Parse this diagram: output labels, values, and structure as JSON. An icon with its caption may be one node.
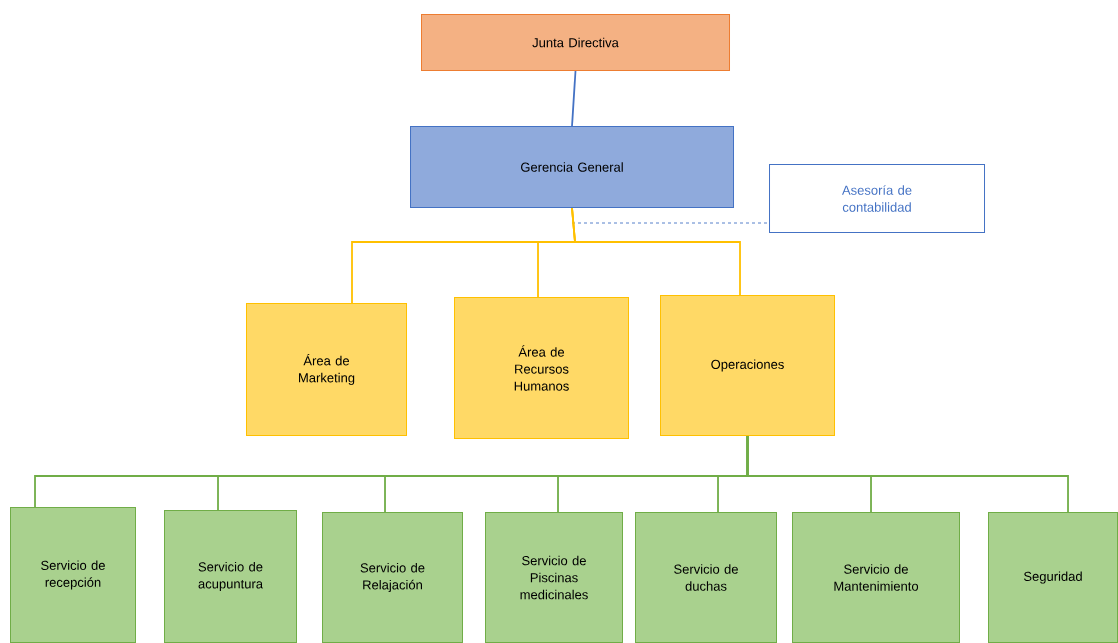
{
  "diagram": {
    "nodes": [
      {
        "text": [
          "Junta Directiva"
        ]
      },
      {
        "text": [
          "Gerencia General"
        ]
      },
      {
        "text": [
          "Asesoría de contabilidad"
        ]
      },
      {
        "text": [
          "Área de Marketing"
        ]
      },
      {
        "text": [
          "Área de Recursos Humanos"
        ]
      },
      {
        "text": [
          "Operaciones"
        ]
      },
      {
        "text": [
          "Servicio de recepción"
        ]
      },
      {
        "text": [
          "Servicio de acupuntura"
        ]
      },
      {
        "text": [
          "Servicio de Relajación"
        ]
      },
      {
        "text": [
          "Servicio de Piscinas medicinales"
        ]
      },
      {
        "text": [
          "Servicio de duchas"
        ]
      },
      {
        "text": [
          "Servicio de Mantenimiento"
        ]
      },
      {
        "text": [
          "Seguridad"
        ]
      }
    ],
    "edges": [
      {
        "from": 0,
        "to": 1,
        "arrow": "none",
        "color": "#4472c4"
      },
      {
        "from": 1,
        "to": 2,
        "arrow": "none",
        "style": "dashed",
        "color": "#4472c4"
      },
      {
        "from": 1,
        "to": 3,
        "arrow": "none",
        "color": "#ffc000"
      },
      {
        "from": 1,
        "to": 4,
        "arrow": "none",
        "color": "#ffc000"
      },
      {
        "from": 1,
        "to": 5,
        "arrow": "none",
        "color": "#ffc000"
      },
      {
        "from": 5,
        "to": 6,
        "arrow": "none"
      },
      {
        "from": 5,
        "to": 7,
        "arrow": "none"
      },
      {
        "from": 5,
        "to": 8,
        "arrow": "none"
      },
      {
        "from": 5,
        "to": 9,
        "arrow": "none"
      },
      {
        "from": 5,
        "to": 10,
        "arrow": "none"
      },
      {
        "from": 5,
        "to": 11,
        "arrow": "none"
      },
      {
        "from": 5,
        "to": 12,
        "arrow": "none"
      }
    ]
  }
}
